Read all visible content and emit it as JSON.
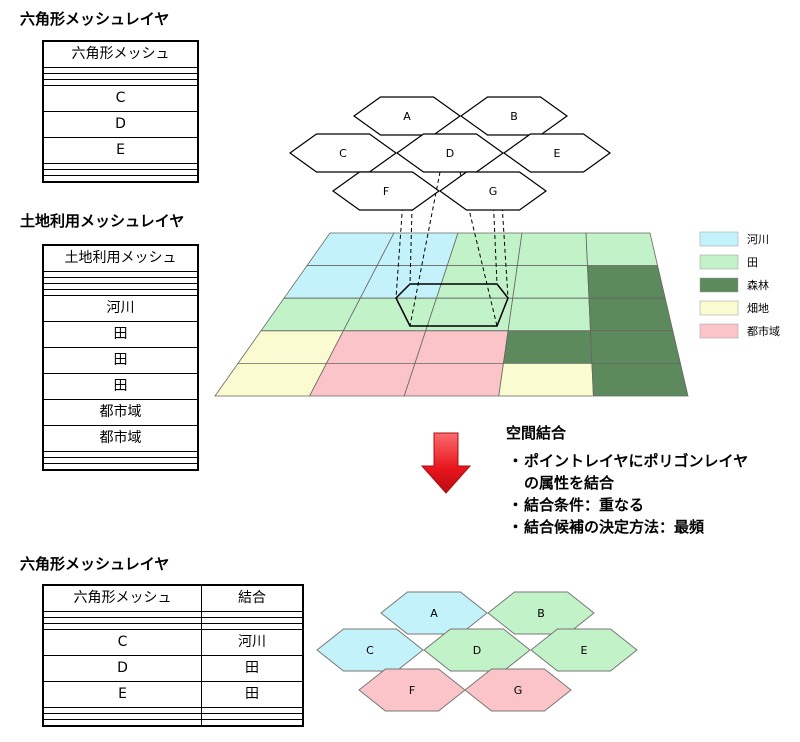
{
  "top_layer": {
    "heading": "六角形メッシュレイヤ",
    "header": "六角形メッシュ",
    "rows": [
      "C",
      "D",
      "E"
    ]
  },
  "landuse_layer": {
    "heading": "土地利用メッシュレイヤ",
    "header": "土地利用メッシュ",
    "rows": [
      "河川",
      "田",
      "田",
      "田",
      "都市域",
      "都市域"
    ]
  },
  "result_layer": {
    "heading": "六角形メッシュレイヤ",
    "headers": [
      "六角形メッシュ",
      "結合"
    ],
    "rows": [
      [
        "C",
        "河川"
      ],
      [
        "D",
        "田"
      ],
      [
        "E",
        "田"
      ]
    ]
  },
  "hex_labels": [
    "A",
    "B",
    "C",
    "D",
    "E",
    "F",
    "G"
  ],
  "legend": [
    {
      "label": "河川",
      "color": "#c4f2fb"
    },
    {
      "label": "田",
      "color": "#c2f2c8"
    },
    {
      "label": "森林",
      "color": "#5d8a5c"
    },
    {
      "label": "畑地",
      "color": "#fbfbd2"
    },
    {
      "label": "都市域",
      "color": "#fbc4c8"
    }
  ],
  "grid_colors": [
    [
      "#c4f2fb",
      "#c4f2fb",
      "#c2f2c8",
      "#c2f2c8",
      "#c2f2c8"
    ],
    [
      "#c4f2fb",
      "#c4f2fb",
      "#c2f2c8",
      "#c2f2c8",
      "#5d8a5c"
    ],
    [
      "#c2f2c8",
      "#c2f2c8",
      "#c2f2c8",
      "#c2f2c8",
      "#5d8a5c"
    ],
    [
      "#fbfbd2",
      "#fbc4c8",
      "#fbc4c8",
      "#5d8a5c",
      "#5d8a5c"
    ],
    [
      "#fbfbd2",
      "#fbc4c8",
      "#fbc4c8",
      "#fbfbd2",
      "#5d8a5c"
    ]
  ],
  "result_hex_colors": {
    "A": "#c4f2fb",
    "B": "#c2f2c8",
    "C": "#c4f2fb",
    "D": "#c2f2c8",
    "E": "#c2f2c8",
    "F": "#fbc4c8",
    "G": "#fbc4c8"
  },
  "arrow_color": "#e8141c",
  "join": {
    "title": "空間結合",
    "items": [
      {
        "line1": "ポイントレイヤにポリゴンレイヤ",
        "line2": "の属性を結合"
      },
      {
        "line1": "結合条件：重なる",
        "line2": ""
      },
      {
        "line1": "結合候補の決定方法：最頻",
        "line2": ""
      }
    ],
    "bullet": "・"
  }
}
